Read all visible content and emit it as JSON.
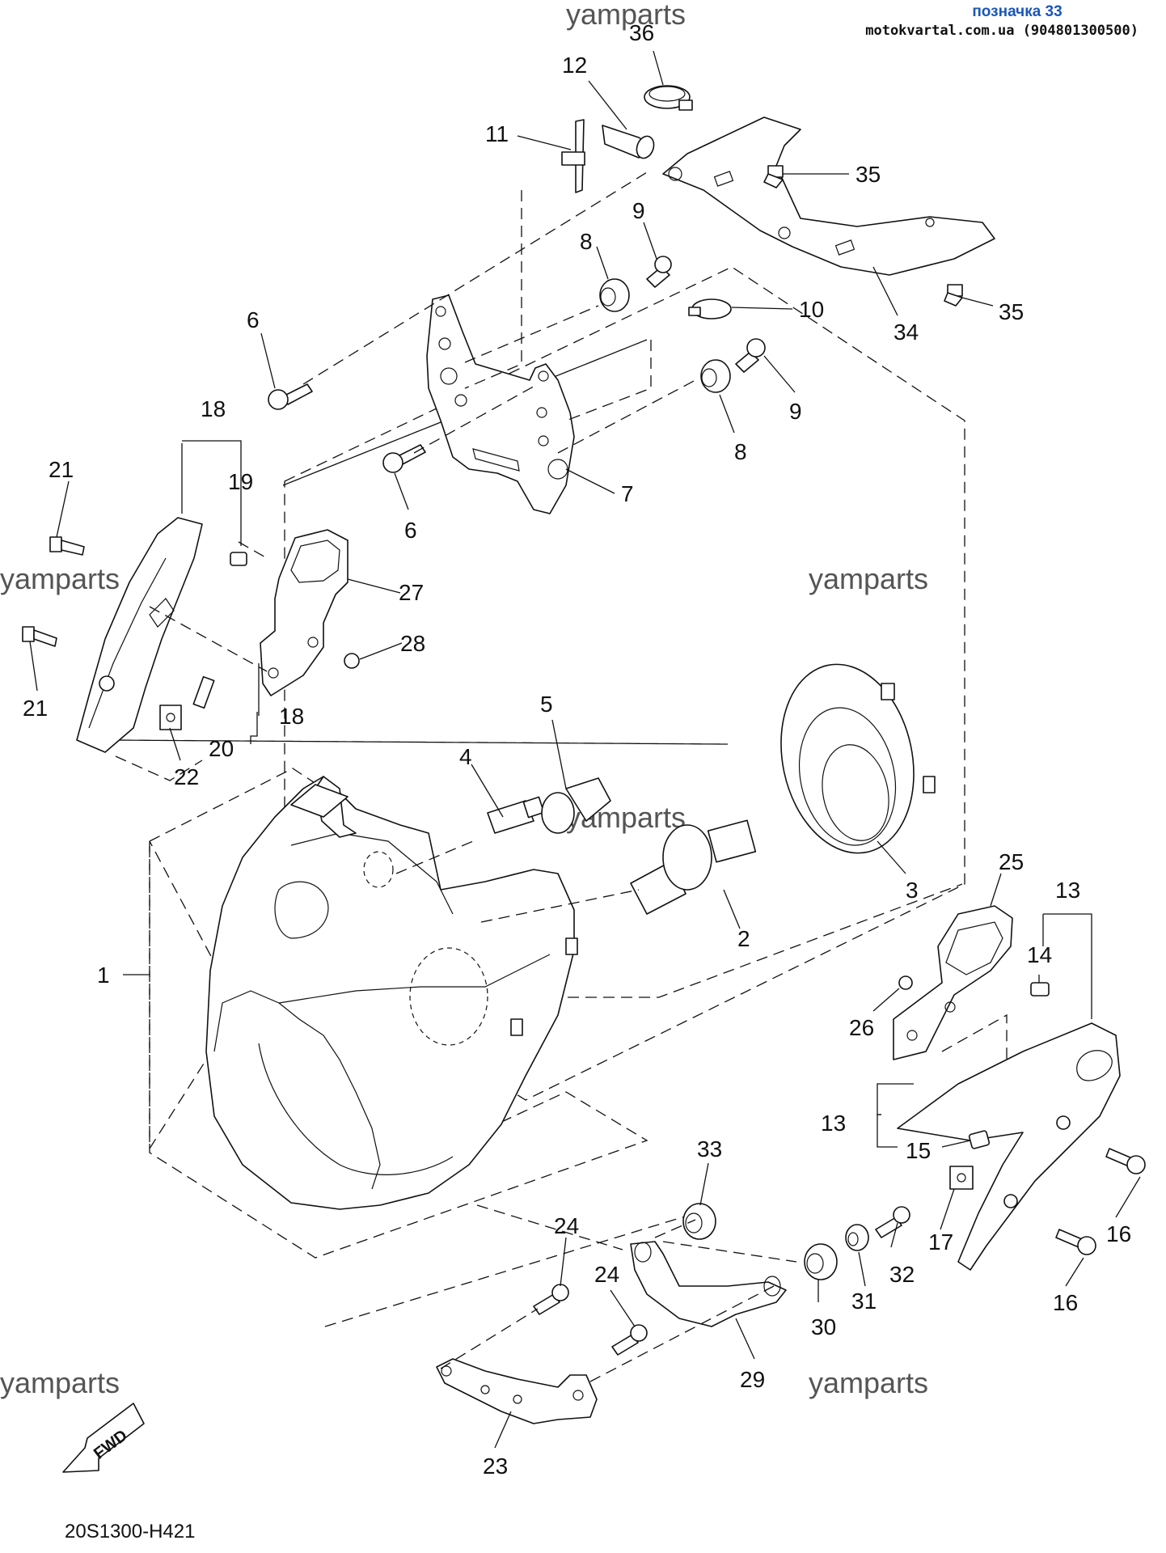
{
  "header": {
    "reference": "позначка 33",
    "source": "motokvartal.com.ua (904801300500)"
  },
  "watermark": "yamparts",
  "diagram_code": "20S1300-H421",
  "fwd_label": "FWD",
  "callouts": [
    {
      "id": "c36",
      "text": "36"
    },
    {
      "id": "c12",
      "text": "12"
    },
    {
      "id": "c11",
      "text": "11"
    },
    {
      "id": "c35a",
      "text": "35"
    },
    {
      "id": "c35b",
      "text": "35"
    },
    {
      "id": "c34",
      "text": "34"
    },
    {
      "id": "c9a",
      "text": "9"
    },
    {
      "id": "c8a",
      "text": "8"
    },
    {
      "id": "c10",
      "text": "10"
    },
    {
      "id": "c9b",
      "text": "9"
    },
    {
      "id": "c8b",
      "text": "8"
    },
    {
      "id": "c6a",
      "text": "6"
    },
    {
      "id": "c6b",
      "text": "6"
    },
    {
      "id": "c7",
      "text": "7"
    },
    {
      "id": "c18a",
      "text": "18"
    },
    {
      "id": "c19",
      "text": "19"
    },
    {
      "id": "c21a",
      "text": "21"
    },
    {
      "id": "c21b",
      "text": "21"
    },
    {
      "id": "c27",
      "text": "27"
    },
    {
      "id": "c28",
      "text": "28"
    },
    {
      "id": "c18b",
      "text": "18"
    },
    {
      "id": "c20",
      "text": "20"
    },
    {
      "id": "c22",
      "text": "22"
    },
    {
      "id": "c5",
      "text": "5"
    },
    {
      "id": "c4",
      "text": "4"
    },
    {
      "id": "c3",
      "text": "3"
    },
    {
      "id": "c2",
      "text": "2"
    },
    {
      "id": "c1",
      "text": "1"
    },
    {
      "id": "c25",
      "text": "25"
    },
    {
      "id": "c13a",
      "text": "13"
    },
    {
      "id": "c14",
      "text": "14"
    },
    {
      "id": "c26",
      "text": "26"
    },
    {
      "id": "c13b",
      "text": "13"
    },
    {
      "id": "c15",
      "text": "15"
    },
    {
      "id": "c16a",
      "text": "16"
    },
    {
      "id": "c16b",
      "text": "16"
    },
    {
      "id": "c17",
      "text": "17"
    },
    {
      "id": "c33",
      "text": "33"
    },
    {
      "id": "c24a",
      "text": "24"
    },
    {
      "id": "c24b",
      "text": "24"
    },
    {
      "id": "c32",
      "text": "32"
    },
    {
      "id": "c31",
      "text": "31"
    },
    {
      "id": "c30",
      "text": "30"
    },
    {
      "id": "c29",
      "text": "29"
    },
    {
      "id": "c23",
      "text": "23"
    }
  ]
}
